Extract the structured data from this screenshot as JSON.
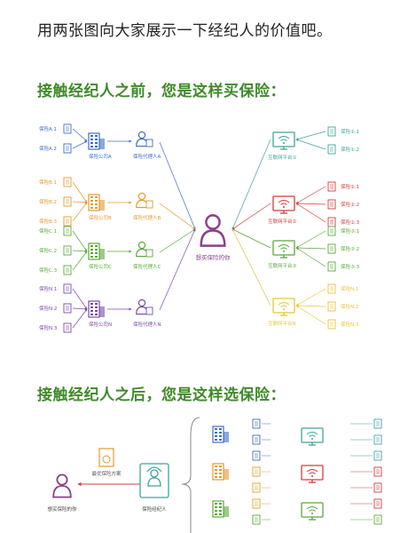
{
  "intro_text": "用两张图向大家展示一下经纪人的价值吧。",
  "heading_before": "接触经纪人之前，您是这样买保险：",
  "heading_after": "接触经纪人之后，您是这样选保险：",
  "colors": {
    "heading_green": "#3f8a2a",
    "blue": "#3c6fc4",
    "orange": "#e59a2e",
    "green": "#59a83a",
    "purple": "#7b4aa8",
    "red": "#d43b3b",
    "yellow": "#e8c43a",
    "teal": "#3fa39a",
    "person": "#8a3f8a"
  },
  "diagram1": {
    "center_label": "想买保险的你",
    "left_groups": [
      {
        "color": "blue",
        "products": [
          "保险A.1",
          "保险A.2"
        ],
        "company": "保险公司A",
        "agent": "保险代理人A"
      },
      {
        "color": "orange",
        "products": [
          "保险B.1",
          "保险B.2",
          "保险B.3"
        ],
        "company": "保险公司B",
        "agent": "保险代理人B"
      },
      {
        "color": "green",
        "products": [
          "保险C.1",
          "保险C.2",
          "保险C.3"
        ],
        "company": "保险公司C",
        "agent": "保险代理人C"
      },
      {
        "color": "purple",
        "products": [
          "保险N.1",
          "保险N.2",
          "保险N.3"
        ],
        "company": "保险公司N",
        "agent": "保险代理人N"
      }
    ],
    "right_groups": [
      {
        "color": "teal",
        "platform": "互联网平台①",
        "products": [
          "保险①.1",
          "保险①.2"
        ]
      },
      {
        "color": "red",
        "platform": "互联网平台②",
        "products": [
          "保险②.1",
          "保险②.2",
          "保险②.3"
        ]
      },
      {
        "color": "green",
        "platform": "互联网平台③",
        "products": [
          "保险③.1",
          "保险③.2",
          "保险③.3"
        ]
      },
      {
        "color": "yellow",
        "platform": "互联网平台N",
        "products": [
          "保险N.1",
          "保险N.2",
          "保险N.3"
        ]
      }
    ]
  },
  "diagram2": {
    "person_label": "想买保险的你",
    "plan_label": "最优保险方案",
    "broker_label": "保险经纪人"
  }
}
